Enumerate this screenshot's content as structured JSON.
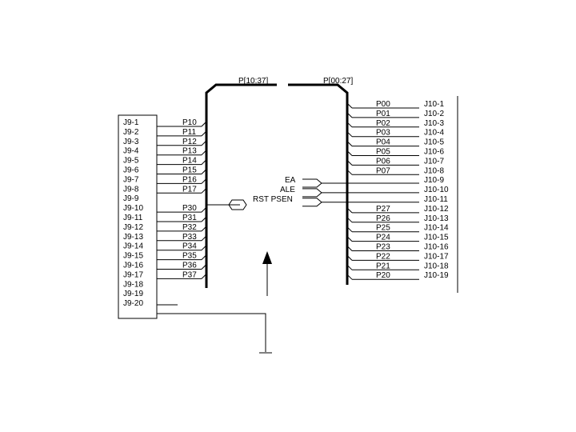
{
  "buses": {
    "left": "P[10:37]",
    "right": "P[00:27]"
  },
  "j9": [
    "J9-1",
    "J9-2",
    "J9-3",
    "J9-4",
    "J9-5",
    "J9-6",
    "J9-7",
    "J9-8",
    "J9-9",
    "J9-10",
    "J9-11",
    "J9-12",
    "J9-13",
    "J9-14",
    "J9-15",
    "J9-16",
    "J9-17",
    "J9-18",
    "J9-19",
    "J9-20"
  ],
  "left_pins": [
    "P10",
    "P11",
    "P12",
    "P13",
    "P14",
    "P15",
    "P16",
    "P17",
    "P30",
    "P31",
    "P32",
    "P33",
    "P34",
    "P35",
    "P36",
    "P37"
  ],
  "right_pins": [
    "P00",
    "P01",
    "P02",
    "P03",
    "P04",
    "P05",
    "P06",
    "P07",
    "P27",
    "P26",
    "P25",
    "P24",
    "P23",
    "P22",
    "P21",
    "P20"
  ],
  "j10": [
    "J10-1",
    "J10-2",
    "J10-3",
    "J10-4",
    "J10-5",
    "J10-6",
    "J10-7",
    "J10-8",
    "J10-9",
    "J10-10",
    "J10-11",
    "J10-12",
    "J10-13",
    "J10-14",
    "J10-15",
    "J10-16",
    "J10-17",
    "J10-18",
    "J10-19"
  ],
  "control_signals": [
    "EA",
    "ALE",
    "RST PSEN"
  ]
}
